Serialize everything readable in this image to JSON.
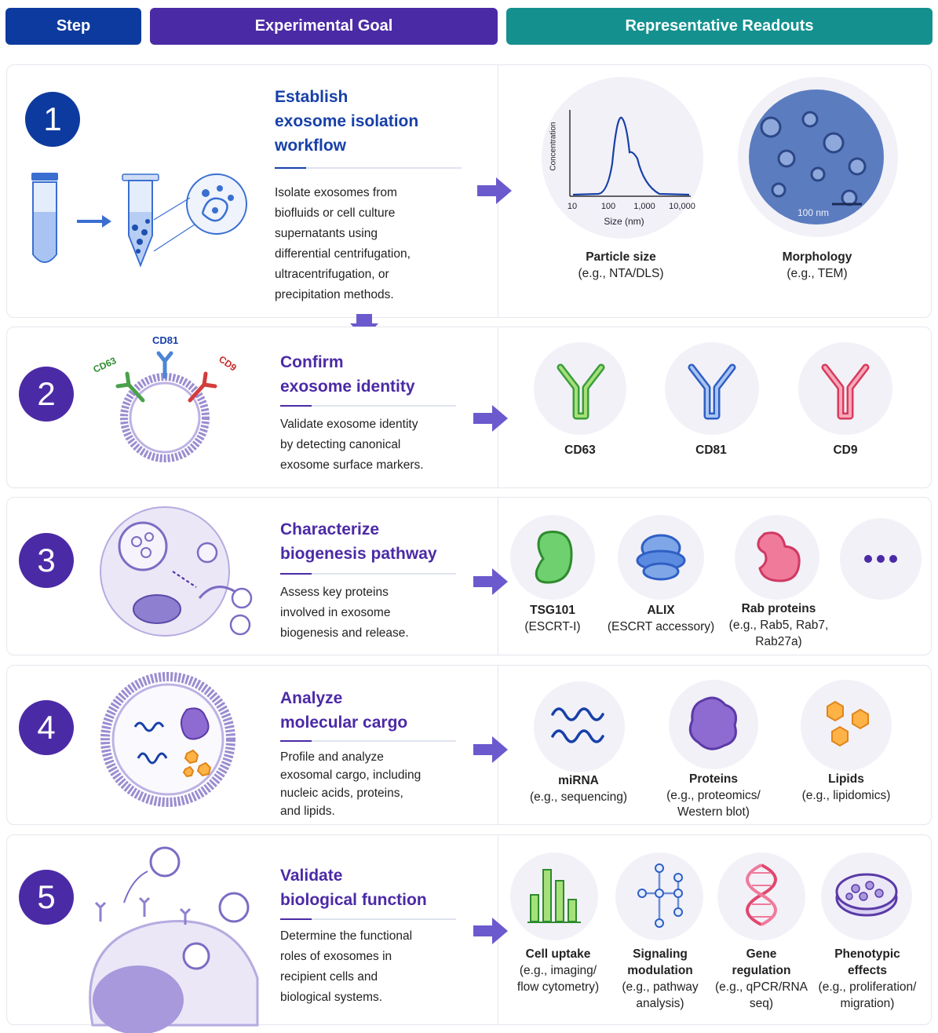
{
  "headers": {
    "step": "Step",
    "goal": "Experimental Goal",
    "readouts": "Representative Readouts"
  },
  "colors": {
    "blue": "#0d3a9e",
    "purple": "#4b2aa6",
    "teal": "#14918f",
    "blue_title": "#1740a8",
    "purple_title": "#4b2aa6"
  },
  "steps": [
    {
      "number": "1",
      "title": "Establish\nexosome isolation\nworkflow",
      "desc": "Isolate exosomes from\nbiofluids or cell culture\nsupernatants using\ndifferential centrifugation,\nultracentrifugation, or\nprecipitation methods.",
      "readouts": [
        {
          "name": "Particle size",
          "sub": "(e.g., NTA/DLS)"
        },
        {
          "name": "Morphology",
          "sub": "(e.g., TEM)"
        }
      ],
      "chart": {
        "ylabel": "Concentration",
        "xlabel": "Size (nm)",
        "ticks": [
          "10",
          "100",
          "1,000",
          "10,000"
        ],
        "scalebar": "100 nm"
      }
    },
    {
      "number": "2",
      "title": "Confirm\nexosome identity",
      "desc": "Validate exosome identity\nby detecting canonical\nexosome surface markers.",
      "markers": [
        "CD63",
        "CD81",
        "CD9"
      ],
      "readouts": [
        {
          "name": "CD63"
        },
        {
          "name": "CD81"
        },
        {
          "name": "CD9"
        }
      ]
    },
    {
      "number": "3",
      "title": "Characterize\nbiogenesis pathway",
      "desc": "Assess key proteins\ninvolved in exosome\nbiogenesis and release.",
      "readouts": [
        {
          "name": "TSG101",
          "sub": "(ESCRT-I)"
        },
        {
          "name": "ALIX",
          "sub": "(ESCRT accessory)"
        },
        {
          "name": "Rab proteins",
          "sub": "(e.g., Rab5, Rab7,\nRab27a)"
        }
      ]
    },
    {
      "number": "4",
      "title": "Analyze\nmolecular cargo",
      "desc": "Profile and analyze\nexosomal cargo, including\nnucleic acids, proteins,\nand lipids.",
      "readouts": [
        {
          "name": "miRNA",
          "sub": "(e.g., sequencing)"
        },
        {
          "name": "Proteins",
          "sub": "(e.g., proteomics/\nWestern blot)"
        },
        {
          "name": "Lipids",
          "sub": "(e.g., lipidomics)"
        }
      ]
    },
    {
      "number": "5",
      "title": "Validate\nbiological function",
      "desc": "Determine the functional\nroles of exosomes in\nrecipient cells and\nbiological systems.",
      "readouts": [
        {
          "name": "Cell uptake",
          "sub": "(e.g., imaging/\nflow cytometry)"
        },
        {
          "name": "Signaling\nmodulation",
          "sub": "(e.g., pathway\nanalysis)"
        },
        {
          "name": "Gene\nregulation",
          "sub": "(e.g., qPCR/RNA\nseq)"
        },
        {
          "name": "Phenotypic\neffects",
          "sub": "(e.g., proliferation/\nmigration)"
        }
      ]
    }
  ]
}
